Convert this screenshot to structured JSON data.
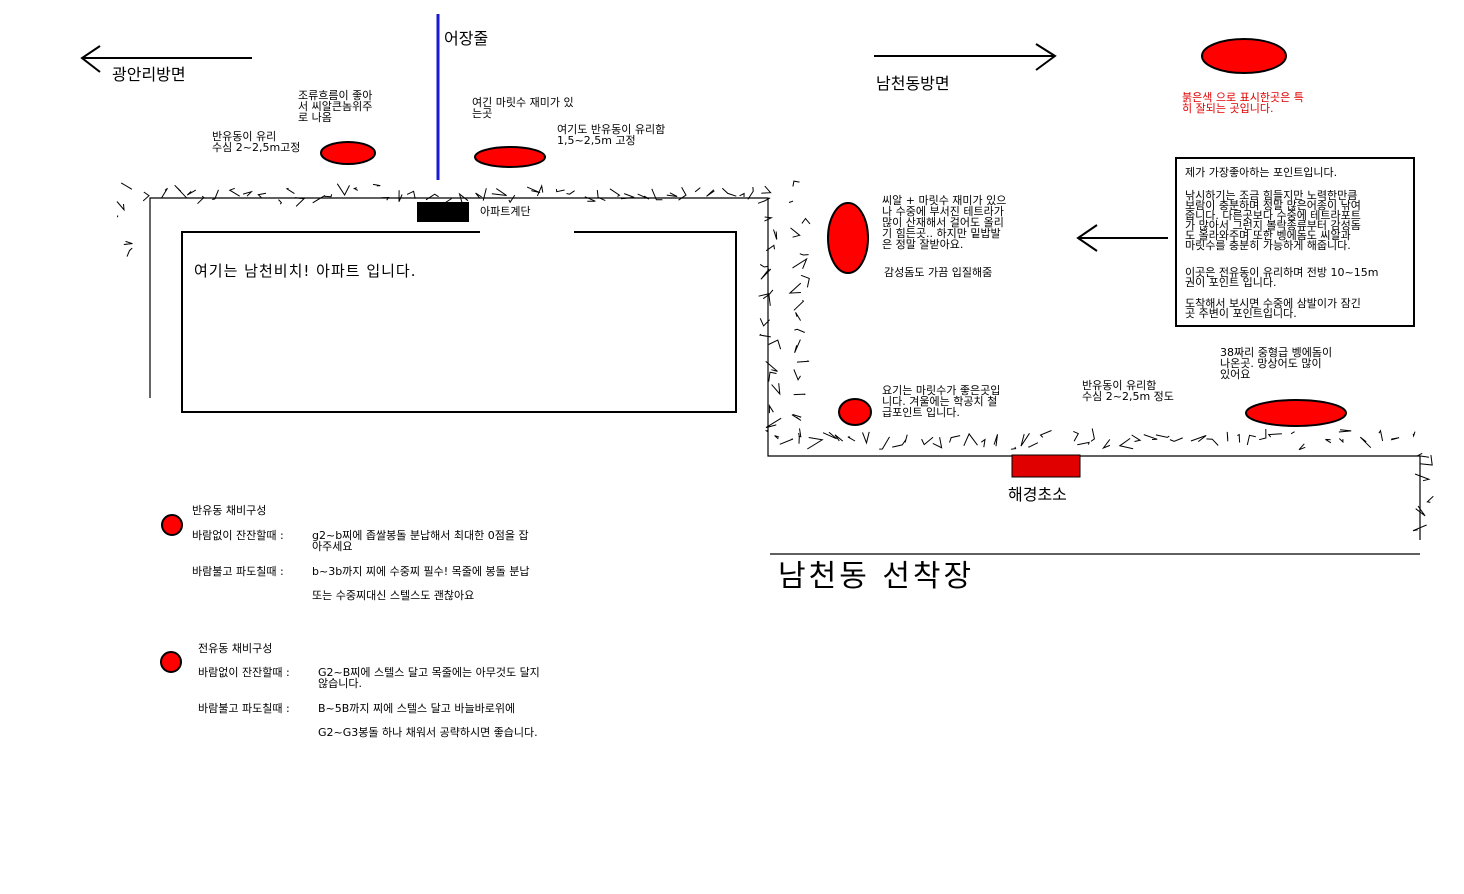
{
  "colors": {
    "spot": "#ff0000",
    "line": "#1a1ad6",
    "ink": "#000000"
  },
  "directions": {
    "left": "광안리방면",
    "right": "남천동방면",
    "fishing_line": "어장줄"
  },
  "legend_top": [
    "붉은색 으로 표시한곳은 특",
    "히 잘되는 곳입니다."
  ],
  "notes": {
    "current_top": [
      "조류흐름이 좋아",
      "서 씨알큰놈위주",
      "로 나옴"
    ],
    "float_left": [
      "반유동이 유리",
      "수심 2~2,5m고정"
    ],
    "mullet_fun": [
      "여긴 마릿수 재미가 있",
      "는곳"
    ],
    "float_right": [
      "여기도 반유동이 유리함",
      "1,5~2,5m 고정"
    ],
    "tetrapod": [
      "씨알 + 마릿수 재미가 있으",
      "나 수중에 부서진 테트라가",
      "많이 산재해서 걸어도 올리",
      "기 힘든곳.. 하지만 밑밥발",
      "은 정말 잘받아요."
    ],
    "gamsungdom": "감성돔도 가끔 입질해줌",
    "winter": [
      "요기는 마릿수가 좋은곳입",
      "니다. 겨울에는 학공치 철",
      "급포인트 입니다."
    ],
    "float_bottom": [
      "반유동이 유리함",
      "수심 2~2,5m 정도"
    ],
    "bream": [
      "38짜리 중형급 벵에돔이",
      "나온곳. 망상어도 많이",
      "있어요"
    ]
  },
  "favorite": {
    "title": "제가 가장좋아하는 포인트입니다.",
    "p1": [
      "낚시하기는 조금 힘들지만 노력한만큼",
      "보람이 충분하며 정말 많은어종이 낚여",
      "줍니다. 다른곳보다 수중에 테트라포트",
      "가 많아서 그런지 볼락종류부터 감성돔",
      "도 올라와주며 또한 벵에돔도 씨알과",
      "마릿수를 충분히 가능하게 해줍니다."
    ],
    "p2": [
      "이곳은 전유동이 유리하며 전방 10~15m",
      "권이 포인트 입니다."
    ],
    "p3": [
      "도착해서 보시면 수중에 삼발이가 잠긴",
      "곳 주변이 포인트입니다."
    ]
  },
  "labels": {
    "apartment_stairs": "아파트계단",
    "apartment": "여기는 남천비치! 아파트 입니다.",
    "coast_guard": "해경초소",
    "harbor": "남천동 선착장"
  },
  "tackle": {
    "half": {
      "title": "반유동 채비구성",
      "calm_label": "바람없이 잔잔할때 :",
      "calm": [
        "g2~b찌에 좁쌀봉돌 분납해서 최대한 0점을 잡",
        "아주세요"
      ],
      "windy_label": "바람불고 파도칠때 :",
      "windy": "b~3b까지 찌에 수중찌 필수! 목줄에 봉돌 분납",
      "windy_alt": "또는 수중찌대신 스텔스도 괜찮아요"
    },
    "full": {
      "title": "전유동 채비구성",
      "calm_label": "바람없이 잔잔할때 :",
      "calm": [
        "G2~B찌에 스텔스 달고 목줄에는 아무것도 달지",
        "않습니다."
      ],
      "windy_label": "바람불고 파도칠때 :",
      "windy": "B~5B까지 찌에 스텔스 달고 바늘바로위에",
      "windy_alt": "G2~G3봉돌 하나 채워서 공략하시면 좋습니다."
    }
  }
}
